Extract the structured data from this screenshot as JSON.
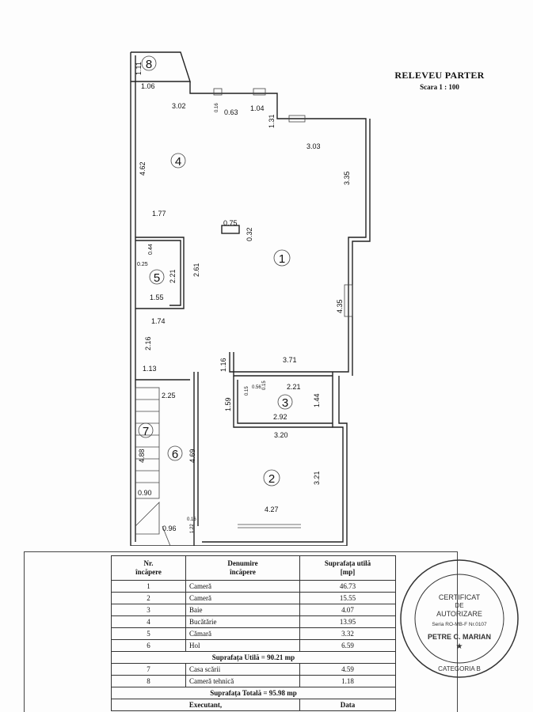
{
  "header": {
    "title": "RELEVEU PARTER",
    "scale": "Scara 1 : 100"
  },
  "rooms": [
    {
      "number": "1"
    },
    {
      "number": "2"
    },
    {
      "number": "3"
    },
    {
      "number": "4"
    },
    {
      "number": "5"
    },
    {
      "number": "6"
    },
    {
      "number": "7"
    },
    {
      "number": "8"
    }
  ],
  "dimensions": [
    "1.11",
    "1.06",
    "3.02",
    "0.16",
    "0.63",
    "1.04",
    "1.31",
    "3.03",
    "4.62",
    "3.35",
    "1.77",
    "0.75",
    "0.32",
    "0.25",
    "0.44",
    "2.21",
    "2.61",
    "1.55",
    "4.35",
    "1.74",
    "2.16",
    "3.71",
    "1.16",
    "1.13",
    "0.56",
    "0.15",
    "0.15",
    "2.21",
    "1.59",
    "1.44",
    "2.25",
    "2.92",
    "3.20",
    "4.88",
    "4.69",
    "3.21",
    "0.90",
    "4.27",
    "0.96",
    "0.16",
    "1.22"
  ],
  "table": {
    "headers": [
      "Nr.\nîncăpere",
      "Denumire\nîncăpere",
      "Suprafața utilă\n[mp]"
    ],
    "rows": [
      {
        "nr": "1",
        "name": "Cameră",
        "area": "46.73"
      },
      {
        "nr": "2",
        "name": "Cameră",
        "area": "15.55"
      },
      {
        "nr": "3",
        "name": "Baie",
        "area": "4.07"
      },
      {
        "nr": "4",
        "name": "Bucătărie",
        "area": "13.95"
      },
      {
        "nr": "5",
        "name": "Cămară",
        "area": "3.32"
      },
      {
        "nr": "6",
        "name": "Hol",
        "area": "6.59"
      }
    ],
    "useful_total": "Suprafața Utilă =  90.21 mp",
    "rows2": [
      {
        "nr": "7",
        "name": "Casa scării",
        "area": "4.59"
      },
      {
        "nr": "8",
        "name": "Cameră tehnică",
        "area": "1.18"
      }
    ],
    "grand_total": "Suprafața Totală =  95.98 mp",
    "executant": "Executant,",
    "date": "Data"
  },
  "stamp": {
    "line1": "CERTIFICAT",
    "line2": "DE",
    "line3": "AUTORIZARE",
    "line4": "Seria RO-MB-F Nr.0107",
    "line5": "PETRE C. MARIAN",
    "line6": "CATEGORIA B"
  }
}
